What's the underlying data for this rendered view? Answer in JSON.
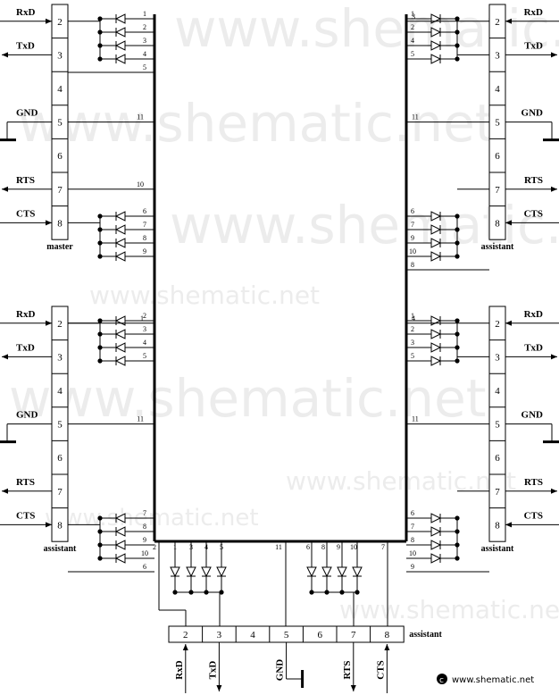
{
  "watermark": "www.shematic.net",
  "credit": "www.shematic.net",
  "connectors": [
    {
      "label": "master",
      "side": "left",
      "pins": [
        "2",
        "3",
        "4",
        "5",
        "6",
        "7",
        "8"
      ],
      "signals": [
        "RxD",
        "TxD",
        "",
        "GND",
        "",
        "RTS",
        "CTS"
      ],
      "wires": [
        "2-5",
        "",
        "",
        "11",
        "",
        "10",
        "6-9"
      ],
      "diode_group_a": [
        "1",
        "2",
        "3",
        "4",
        "5"
      ],
      "diode_group_b": [
        "6",
        "7",
        "8",
        "9"
      ]
    },
    {
      "label": "assistant",
      "side": "right",
      "pins": [
        "2",
        "3",
        "4",
        "5",
        "6",
        "7",
        "8"
      ],
      "signals": [
        "RxD",
        "TxD",
        "",
        "GND",
        "",
        "RTS",
        "CTS"
      ],
      "wires": [
        "3",
        "1-5",
        "",
        "11",
        "",
        "6-10",
        "8"
      ],
      "diode_group_a": [
        "1",
        "2",
        "4",
        "5"
      ],
      "diode_group_b": [
        "6",
        "7",
        "9",
        "10",
        "8"
      ]
    },
    {
      "label": "assistant",
      "side": "left",
      "pins": [
        "2",
        "3",
        "4",
        "5",
        "6",
        "7",
        "8"
      ],
      "signals": [
        "RxD",
        "TxD",
        "",
        "GND",
        "",
        "RTS",
        "CTS"
      ],
      "wires": [
        "1",
        "2-5",
        "",
        "11",
        "",
        "7-10",
        "6"
      ],
      "diode_group_a": [
        "2",
        "3",
        "4",
        "5"
      ],
      "diode_group_b": [
        "7",
        "8",
        "9",
        "10",
        "6"
      ]
    },
    {
      "label": "assistant",
      "side": "right",
      "pins": [
        "2",
        "3",
        "4",
        "5",
        "6",
        "7",
        "8"
      ],
      "signals": [
        "RxD",
        "TxD",
        "",
        "GND",
        "",
        "RTS",
        "CTS"
      ],
      "wires": [
        "4",
        "1-5",
        "",
        "11",
        "",
        "6-10",
        "8"
      ],
      "diode_group_a": [
        "1",
        "2",
        "3",
        "5"
      ],
      "diode_group_b": [
        "6",
        "7",
        "8",
        "10",
        "9"
      ]
    },
    {
      "label": "assistant",
      "side": "bottom",
      "pins": [
        "2",
        "3",
        "4",
        "5",
        "6",
        "7",
        "8"
      ],
      "signals": [
        "RxD",
        "TxD",
        "",
        "GND",
        "",
        "RTS",
        "CTS"
      ],
      "wires": [
        "2",
        "1-5",
        "",
        "11",
        "6-10",
        "",
        "7"
      ],
      "diode_group_a": [
        "1",
        "3",
        "4",
        "5"
      ],
      "diode_group_b": [
        "6",
        "8",
        "9",
        "10"
      ]
    }
  ]
}
